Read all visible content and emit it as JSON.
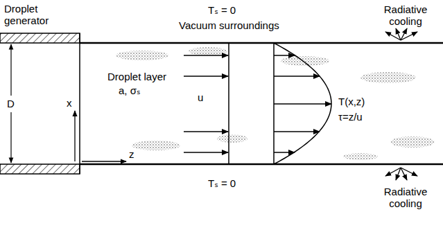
{
  "diagram": {
    "nodes": [
      {
        "text": [
          "Droplet generator",
          "D"
        ]
      },
      {
        "text": [
          "Droplet layer",
          "a, σₛ",
          "u",
          "T(x,z)",
          "τ=z/u"
        ]
      }
    ],
    "labels": [
      "Tₛ = 0",
      "Vacuum surroundings",
      "Radiative cooling",
      "x",
      "z",
      "Tₛ = 0",
      "Radiative cooling"
    ]
  }
}
